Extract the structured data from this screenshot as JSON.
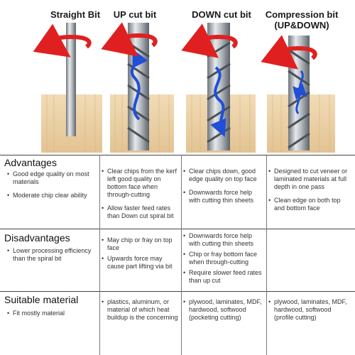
{
  "headers": {
    "straight": "Straight Bit",
    "upcut": "UP cut bit",
    "downcut": "DOWN cut bit",
    "compression": "Compression bit",
    "compression_sub": "(UP&DOWN)"
  },
  "colors": {
    "wood": "#e9cfa3",
    "arrow_red": "#e02020",
    "arrow_blue": "#1f4fd8",
    "steel": "#9aa0a6"
  },
  "advantages": {
    "title": "Advantages",
    "straight": [
      "Good edge quality on most materials",
      "Moderate chip clear ability"
    ],
    "upcut": [
      "Clear chips from the kerf left good quality on bottom face when through-cutting",
      "Allow faster feed rates than Down cut spiral bit"
    ],
    "downcut": [
      "Clear chips down, good edge quality on top face",
      "Downwards force help with cutting thin sheets"
    ],
    "compression": [
      "Designed to cut veneer or laminated materials at full depth in one pass",
      "Clean edge on both top and bottom face"
    ]
  },
  "disadvantages": {
    "title": "Disadvantages",
    "straight": [
      "Lower processing efficiency than the spiral bit"
    ],
    "upcut": [
      "May chip or fray on top face",
      "Upwards force may cause part lifting via bit"
    ],
    "downcut": [
      "Downwards force help with cutting thin sheets",
      "Chip or fray bottom face when through-cutting",
      "Require slower feed rates than up cut"
    ],
    "compression": []
  },
  "suitable": {
    "title": "Suitable material",
    "straight": [
      "Fit mostly material"
    ],
    "upcut": [
      "plastics, aluminum, or material of which heat buildup is the concerning"
    ],
    "downcut": [
      "plywood, laminates, MDF, hardwood, softwood (pocketing cutting)"
    ],
    "compression": [
      "plywood, laminates, MDF, hardwood, softwood (profile cutting)"
    ]
  }
}
